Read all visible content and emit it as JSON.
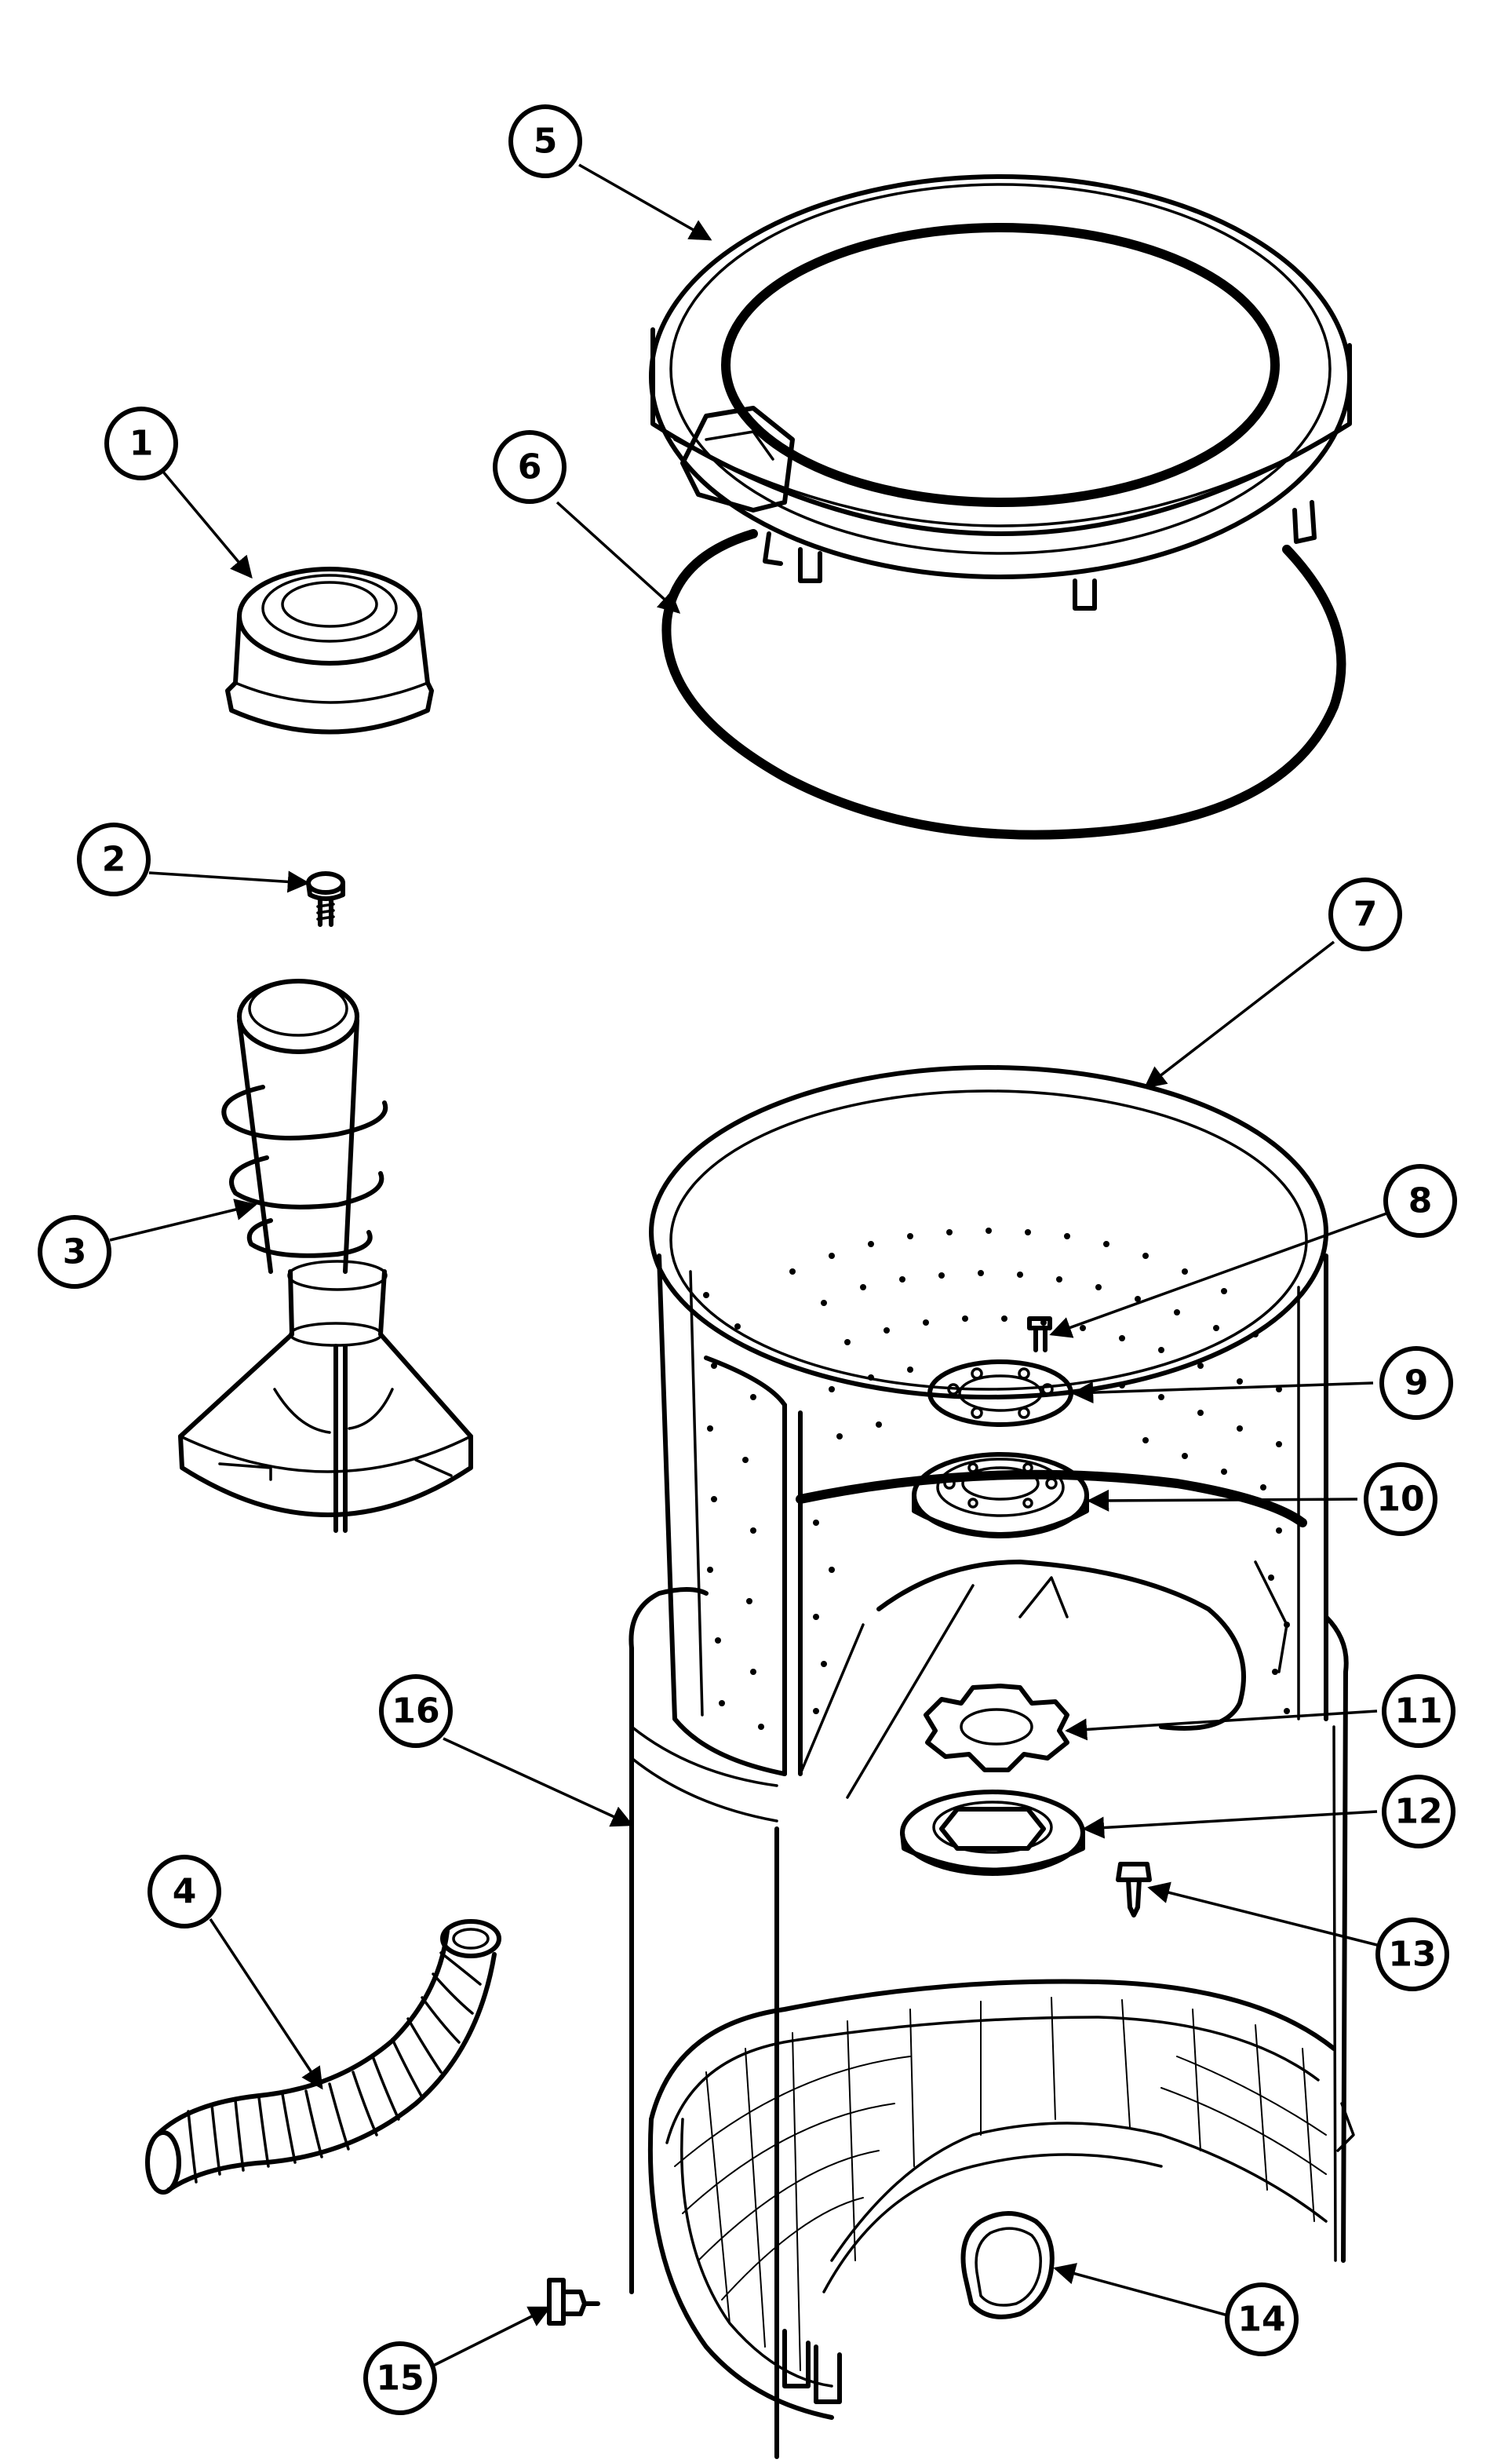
{
  "callouts": [
    {
      "number": "1"
    },
    {
      "number": "2"
    },
    {
      "number": "3"
    },
    {
      "number": "4"
    },
    {
      "number": "5"
    },
    {
      "number": "6"
    },
    {
      "number": "7"
    },
    {
      "number": "8"
    },
    {
      "number": "9"
    },
    {
      "number": "10"
    },
    {
      "number": "11"
    },
    {
      "number": "12"
    },
    {
      "number": "13"
    },
    {
      "number": "14"
    },
    {
      "number": "15"
    },
    {
      "number": "16"
    }
  ]
}
